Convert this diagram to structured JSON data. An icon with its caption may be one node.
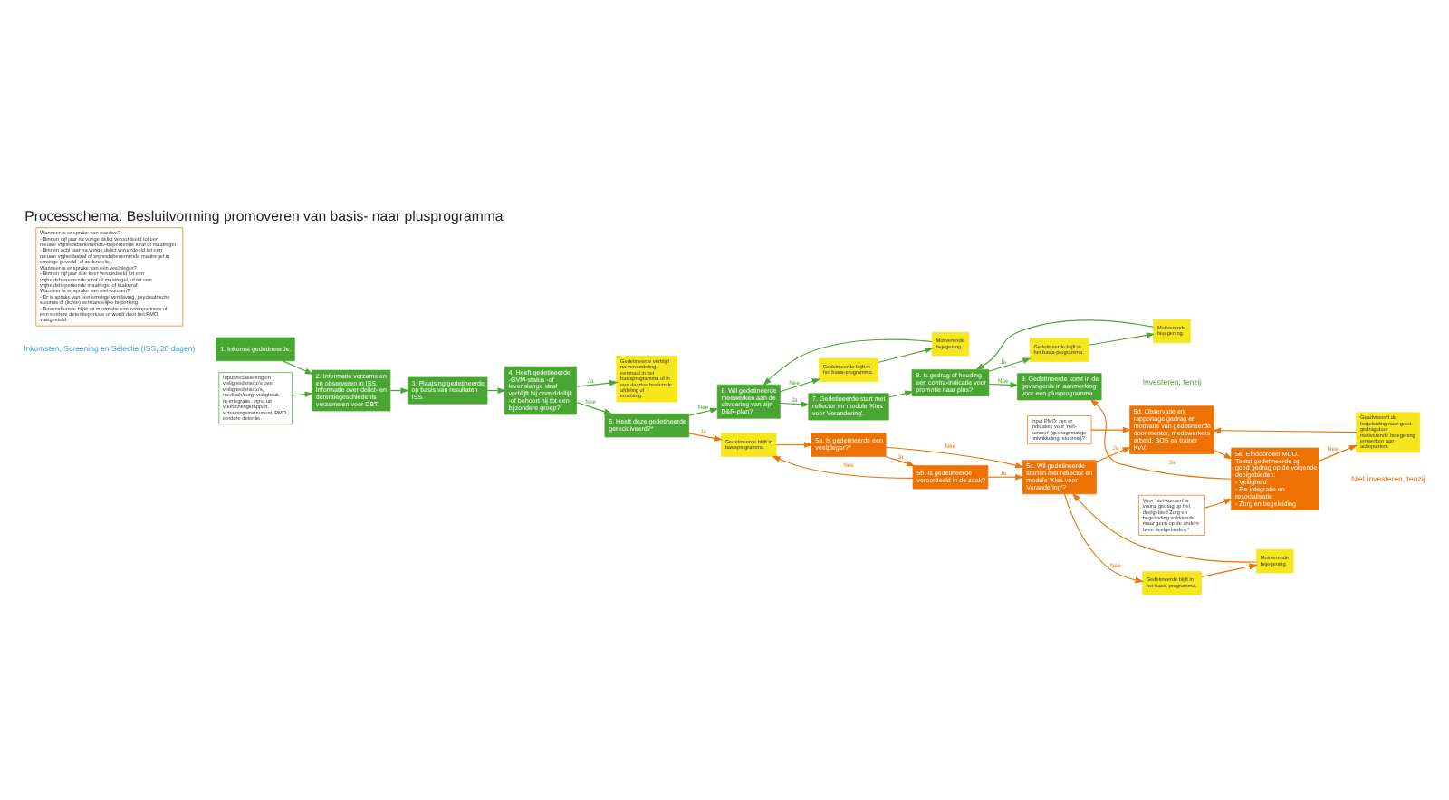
{
  "diagram": {
    "title": "Processchema: Besluitvorming promoveren van basis- naar plusprogramma",
    "nodes": [
      {
        "text": [
          "1. Inkomst gedetineerde."
        ]
      },
      {
        "text": [
          "Input reclassering en veiligheidsrisico's over veiligheidsrisico's, medisch/zorg, veiligheid, re-integratie. Input uit voorlichtingsrapport, screeningsinstrument, PMO, eerdere detentie."
        ]
      },
      {
        "text": [
          "2. Informatie verzamelen en observeren in ISS. Informatie over delict- en detentiegeschiedenis verzamelen voor DBT."
        ]
      },
      {
        "text": [
          "3. Plaatsing gedetineerde op basis van resultaten ISS."
        ]
      },
      {
        "text": [
          "Gedetineerde verblijft na veroordeling eenmaal in het basisprogramma of in een daartoe bestemde afdeling of inrichting."
        ]
      },
      {
        "text": [
          "4. Heeft gedetineerde -GVM-status -of levenslange straf verblijft hij onmiddellijk -of behoort hij tot een bijzondere groep?"
        ]
      },
      {
        "text": [
          "5. Heeft deze gedetineerde gerecidiveerd?*"
        ]
      },
      {
        "text": [
          "Motiverende bejegening."
        ]
      },
      {
        "text": [
          "Gedetineerde blijft in het basis-programma."
        ]
      },
      {
        "text": [
          "6. Wil gedetineerde meewerken aan de uitvoering van zijn D&R-plan?"
        ]
      },
      {
        "text": [
          "7. Gedetineerde start met reflector en module 'Kies voor Verandering'."
        ]
      },
      {
        "text": [
          "Motiverende bejegening."
        ]
      },
      {
        "text": [
          "Gedetineerde blijft in het basis-programma."
        ]
      },
      {
        "text": [
          "8. Is gedrag of houding een contra-indicatie voor promotie naar plus?"
        ]
      },
      {
        "text": [
          "9. Gedetineerde komt in de gevangenis in aanmerking voor een plusprogramma."
        ]
      },
      {
        "text": [
          "Wanneer is er sprake van recidive?",
          "- Binnen vijf jaar na vorige delict veroordeeld tot een nieuwe vrijheidsbenemende/-beperkende straf of maatregel.",
          "- Binnen acht jaar na vorige delict veroordeeld tot een nieuwe vrijheidsstraf of vrijheidsbenemende maatregel in ernstige geweld- of zedendelict.",
          "Wanneer is er sprake van een veelpleger?",
          "- Binnen vijf jaar drie keer veroordeeld tot een vrijheidsbenemende straf of maatregel, of tot een vrijheidsbeperkende maatregel of taakstraf.",
          "Wanneer is er sprake van niet-kunnen?",
          "- Er is sprake van een ernstige verslaving, psychiatrische stoornis of (lichte) verstandelijke beperking.",
          "- Bovenstaande blijkt uit informatie van ketenpartners of een eerdere detentieperiode of wordt door het PMO vastgesteld."
        ]
      },
      {
        "text": [
          "Gedetineerde blijft in basisprogramma."
        ]
      },
      {
        "text": [
          "5a. Is gedetineerde een veelpleger?*"
        ]
      },
      {
        "text": [
          "5b. Is gedetineerde veroordeeld in de zaak?"
        ]
      },
      {
        "text": [
          "5c. Wil gedetineerde starten met reflector en module 'Kies voor Verandering'?"
        ]
      },
      {
        "text": [
          "Motiverende bejegening."
        ]
      },
      {
        "text": [
          "Gedetineerde blijft in het basis-programma."
        ]
      },
      {
        "text": [
          "Geadviseerd de begeleiding naar goed gedrag door motiverende bejegening en werken aan actiepunten."
        ]
      },
      {
        "text": [
          "5d. Observatie en rapportage gedrag en motivatie van gedetineerde door mentor, medewerkers arbeid, BOS en trainer KvV."
        ]
      },
      {
        "text": [
          "Input PMO: zijn er indicaties voor 'niet-kunnen' (gedragsmatige ontwikkeling, stoornis)?"
        ]
      },
      {
        "text": [
          "5e. Eindoordeel MDO. Toetst gedetineerde op goed gedrag op de volgende deelgebieden:",
          "- Veiligheid",
          "- Re-integratie en resocialisatie",
          "- Zorg en begeleiding"
        ]
      },
      {
        "text": [
          "Voor 'niet-kunnen' is vooral gedrag op het deelgebied Zorg en begeleiding voldoende, maar geen op de andere twee deelgebieden.*"
        ]
      }
    ],
    "edges": [
      {
        "from": 0,
        "to": 2,
        "arrow": "to"
      },
      {
        "from": 1,
        "to": 2,
        "arrow": "to"
      },
      {
        "from": 2,
        "to": 3,
        "arrow": "to"
      },
      {
        "from": 3,
        "to": 5,
        "arrow": "to"
      },
      {
        "from": 5,
        "to": 4,
        "arrow": "to",
        "label": "Ja"
      },
      {
        "from": 5,
        "to": 6,
        "arrow": "to",
        "label": "Nee"
      },
      {
        "from": 6,
        "to": 9,
        "arrow": "to",
        "label": "Nee"
      },
      {
        "from": 7,
        "to": 9,
        "arrow": "to"
      },
      {
        "from": 9,
        "to": 8,
        "arrow": "to",
        "label": "Nee"
      },
      {
        "from": 8,
        "to": 7,
        "arrow": "to"
      },
      {
        "from": 9,
        "to": 10,
        "arrow": "to",
        "label": "Ja"
      },
      {
        "from": 10,
        "to": 13,
        "arrow": "to"
      },
      {
        "from": 13,
        "to": 12,
        "arrow": "to",
        "label": "Ja"
      },
      {
        "from": 12,
        "to": 11,
        "arrow": "to"
      },
      {
        "from": 11,
        "to": 13,
        "arrow": "to"
      },
      {
        "from": 13,
        "to": 14,
        "arrow": "to",
        "label": "Nee"
      },
      {
        "from": 6,
        "to": 16,
        "arrow": "to",
        "label": "Ja",
        "color": "#ee7203"
      },
      {
        "from": 16,
        "to": 17,
        "arrow": "to",
        "color": "#ee7203"
      },
      {
        "from": 17,
        "to": 18,
        "arrow": "to",
        "label": "Ja",
        "color": "#ee7203"
      },
      {
        "from": 17,
        "to": 19,
        "arrow": "to",
        "label": "Nee",
        "color": "#ee7203"
      },
      {
        "from": 18,
        "to": 19,
        "arrow": "to",
        "label": "Ja",
        "color": "#ee7203"
      },
      {
        "from": 18,
        "to": 16,
        "arrow": "to",
        "label": "Nee",
        "color": "#ee7203"
      },
      {
        "from": 19,
        "to": 23,
        "arrow": "to",
        "label": "Ja",
        "color": "#ee7203"
      },
      {
        "from": 19,
        "to": 21,
        "arrow": "to",
        "label": "Nee",
        "color": "#ee7203"
      },
      {
        "from": 21,
        "to": 20,
        "arrow": "to",
        "color": "#ee7203"
      },
      {
        "from": 20,
        "to": 19,
        "arrow": "to",
        "color": "#ee7203"
      },
      {
        "from": 24,
        "to": 23,
        "arrow": "to",
        "color": "#ee7203"
      },
      {
        "from": 23,
        "to": 25,
        "arrow": "to",
        "color": "#ee7203"
      },
      {
        "from": 26,
        "to": 25,
        "arrow": "to",
        "color": "#ee7203"
      },
      {
        "from": 25,
        "to": 22,
        "arrow": "to",
        "label": "Nee",
        "color": "#ee7203"
      },
      {
        "from": 22,
        "to": 23,
        "arrow": "to",
        "color": "#ee7203"
      },
      {
        "from": 25,
        "to": 14,
        "arrow": "to",
        "label": "Ja",
        "color": "#ee7203"
      }
    ],
    "labels": [
      "Inkomsten, Screening en Selectie (ISS, 20 dagen)",
      "Investeren, tenzij",
      "Niet investeren, tenzij"
    ]
  }
}
